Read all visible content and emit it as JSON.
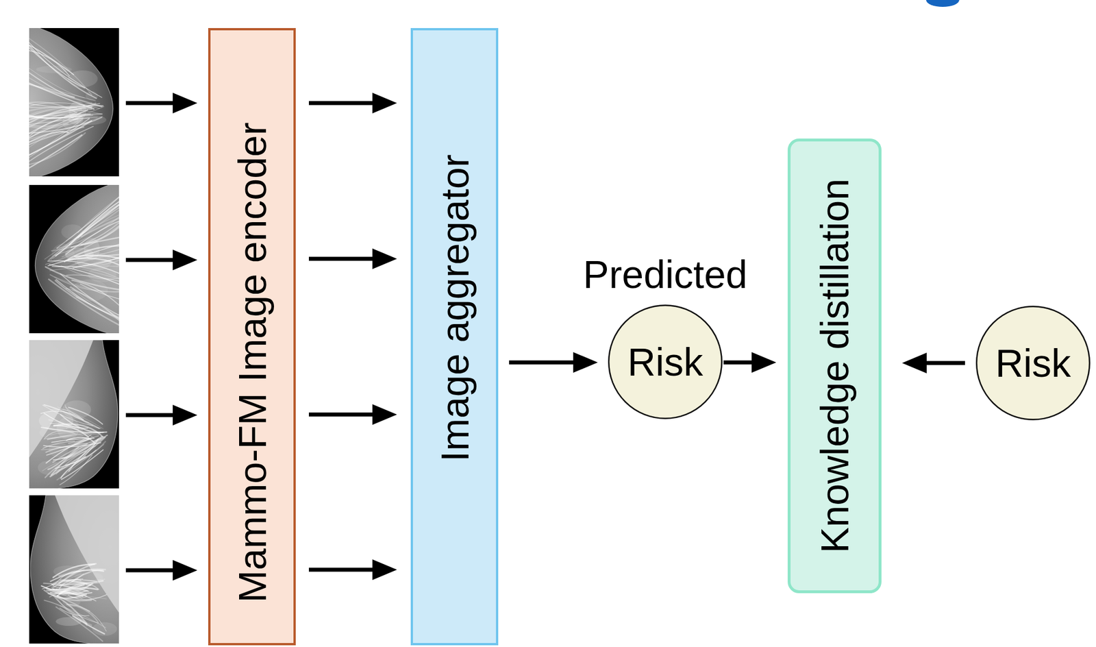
{
  "diagram": {
    "nodes": [
      {
        "text": [
          "Mammo-FM Image encoder"
        ]
      },
      {
        "text": [
          "Image aggregator"
        ]
      },
      {
        "text": [
          "Predicted",
          "Risk"
        ]
      },
      {
        "text": [
          "Knowledge distillation"
        ]
      },
      {
        "text": [
          "Risk"
        ]
      }
    ],
    "edges": [
      {
        "from": 0,
        "to": 1,
        "arrow": "to"
      },
      {
        "from": 0,
        "to": 1,
        "arrow": "to"
      },
      {
        "from": 0,
        "to": 1,
        "arrow": "to"
      },
      {
        "from": 0,
        "to": 1,
        "arrow": "to"
      },
      {
        "from": 1,
        "to": 2,
        "arrow": "to"
      },
      {
        "from": 2,
        "to": 3,
        "arrow": "to"
      },
      {
        "from": 4,
        "to": 3,
        "arrow": "to"
      }
    ]
  }
}
